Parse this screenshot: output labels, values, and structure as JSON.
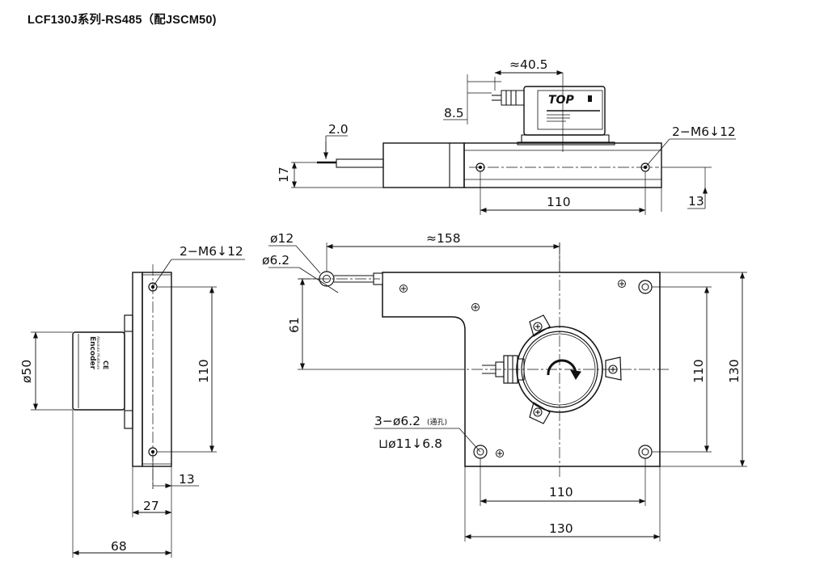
{
  "title": "LCF130J系列-RS485（配JSCM50)",
  "dimensions": {
    "top_cable_len": "≈40.5",
    "top_connector_h": "8.5",
    "top_wire_offset": "2.0",
    "top_height": "17",
    "top_thread": "2−M6↓12",
    "top_hole_spacing": "110",
    "top_edge_offset": "13",
    "side_thread": "2−M6↓12",
    "side_encoder_dia": "ø50",
    "side_hole_spacing": "110",
    "side_edge_offset": "13",
    "side_base_thick": "27",
    "side_total_width": "68",
    "front_ring_outer": "ø12",
    "front_ring_inner": "ø6.2",
    "front_total_len": "≈158",
    "front_wire_height": "61",
    "front_hole_spacing_v": "110",
    "front_height": "130",
    "front_holes_note": "3−ø6.2",
    "front_holes_note_cn": "(通孔)",
    "front_counterbore": "⊔ø11↓6.8",
    "front_hole_spacing_h": "110",
    "front_width": "130"
  },
  "labels": {
    "encoder_text": "Encoder",
    "encoder_brand": "Absolute Multiturn",
    "ce_mark": "CE"
  }
}
